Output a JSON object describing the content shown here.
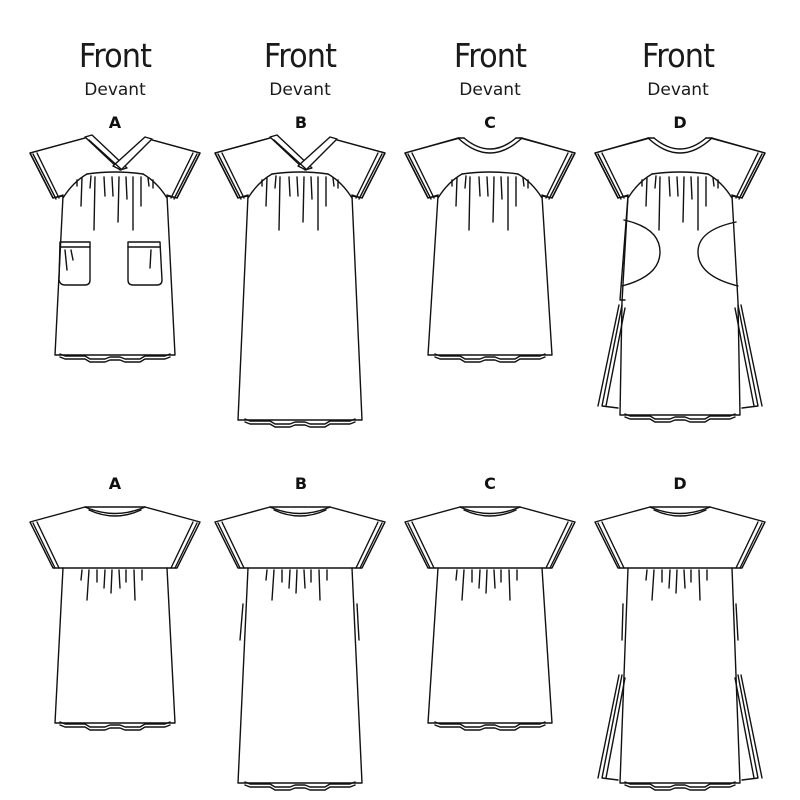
{
  "diagram": {
    "title_colors": {
      "ink": "#111111",
      "background": "#ffffff"
    },
    "front_views": [
      {
        "heading": "Front",
        "subheading": "Devant",
        "view": "A",
        "features": [
          "crossover V-neck band",
          "short banded sleeves",
          "gathered yoke",
          "two patch pockets",
          "knee length"
        ]
      },
      {
        "heading": "Front",
        "subheading": "Devant",
        "view": "B",
        "features": [
          "crossover V-neck band",
          "short banded sleeves",
          "gathered yoke",
          "ankle length"
        ]
      },
      {
        "heading": "Front",
        "subheading": "Devant",
        "view": "C",
        "features": [
          "round banded neckline",
          "short banded sleeves",
          "gathered yoke",
          "knee length"
        ]
      },
      {
        "heading": "Front",
        "subheading": "Devant",
        "view": "D",
        "features": [
          "round banded neckline",
          "short banded sleeves",
          "gathered yoke",
          "side seam pockets",
          "side slits",
          "ankle length"
        ]
      }
    ],
    "back_views": [
      {
        "view": "A",
        "length": "knee"
      },
      {
        "view": "B",
        "length": "ankle"
      },
      {
        "view": "C",
        "length": "knee"
      },
      {
        "view": "D",
        "length": "ankle",
        "features": [
          "side slits"
        ]
      }
    ]
  }
}
